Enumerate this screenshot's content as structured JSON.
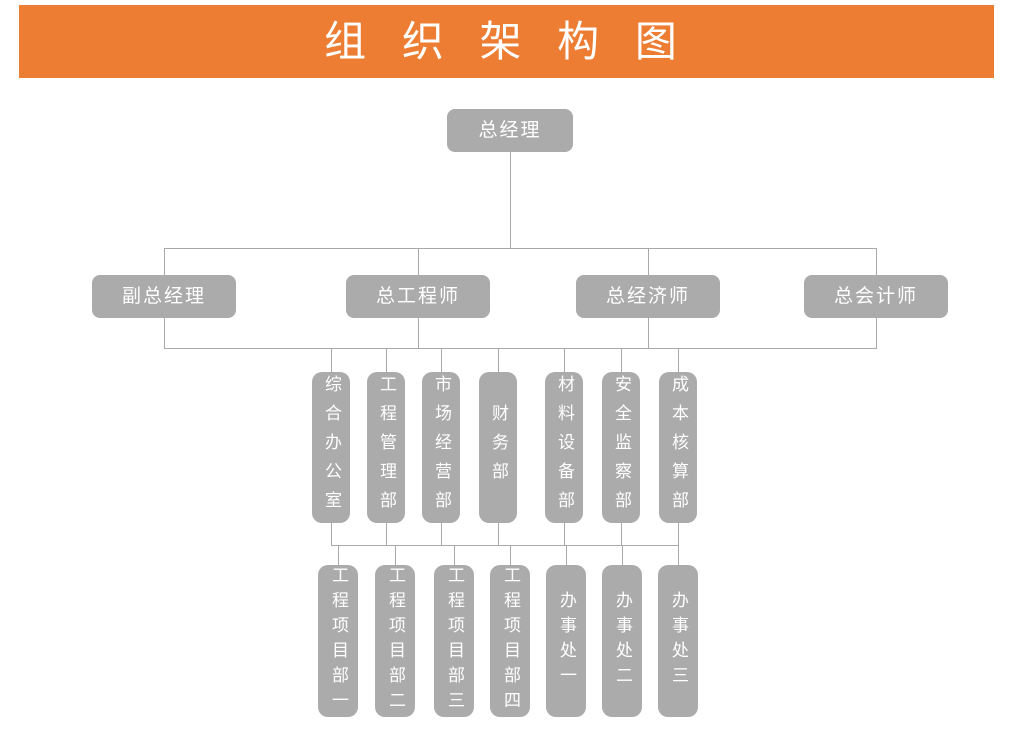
{
  "title": "组 织 架 构 图",
  "colors": {
    "banner_bg": "#ED7D33",
    "node_bg": "#ABABAB",
    "connector": "#A9A9A9",
    "node_text": "#FFFFFF",
    "page_bg": "#FFFFFF"
  },
  "org_chart": {
    "root": {
      "label": "总经理"
    },
    "executives": [
      {
        "label": "副总经理"
      },
      {
        "label": "总工程师"
      },
      {
        "label": "总经济师"
      },
      {
        "label": "总会计师"
      }
    ],
    "departments": [
      {
        "label": "综合办公室"
      },
      {
        "label": "工程管理部"
      },
      {
        "label": "市场经营部"
      },
      {
        "label": "财务部"
      },
      {
        "label": "材料设备部"
      },
      {
        "label": "安全监察部"
      },
      {
        "label": "成本核算部"
      }
    ],
    "units": [
      {
        "label": "工程项目部一"
      },
      {
        "label": "工程项目部二"
      },
      {
        "label": "工程项目部三"
      },
      {
        "label": "工程项目部四"
      },
      {
        "label": "办事处一"
      },
      {
        "label": "办事处二"
      },
      {
        "label": "办事处三"
      }
    ]
  }
}
